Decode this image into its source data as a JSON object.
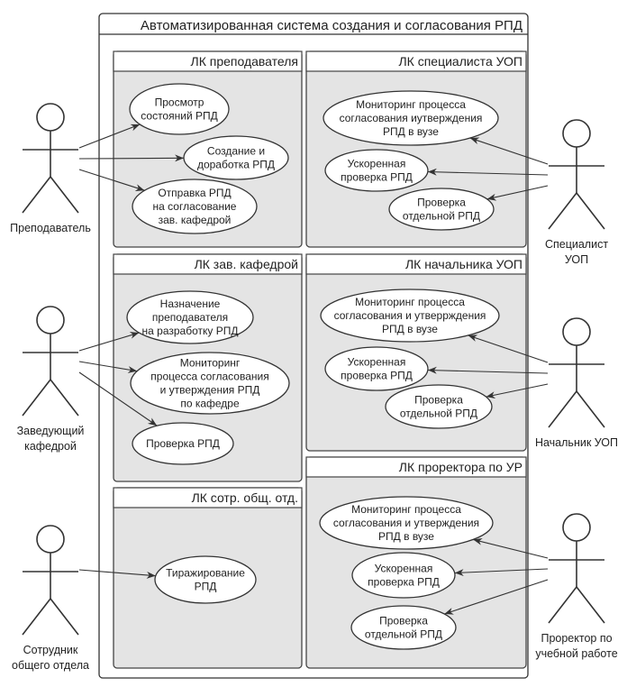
{
  "system": {
    "title": "Автоматизированная система создания и согласования РПД"
  },
  "panels": [
    {
      "id": "teacher",
      "title": "ЛК преподавателя",
      "use_cases": [
        [
          "Просмотр",
          "состояний РПД"
        ],
        [
          "Создание и",
          "доработка РПД"
        ],
        [
          "Отправка РПД",
          "на согласование",
          "зав. кафедрой"
        ]
      ]
    },
    {
      "id": "uop-specialist",
      "title": "ЛК специалиста УОП",
      "use_cases": [
        [
          "Мониторинг процесса",
          "согласования иутверждения",
          "РПД в вузе"
        ],
        [
          "Ускоренная",
          "проверка РПД"
        ],
        [
          "Проверка",
          "отдельной РПД"
        ]
      ]
    },
    {
      "id": "head-dept",
      "title": "ЛК зав. кафедрой",
      "use_cases": [
        [
          "Назначение",
          "преподавателя",
          "на разработку РПД"
        ],
        [
          "Мониторинг",
          "процесса согласования",
          "и утверждения РПД",
          "по кафедре"
        ],
        [
          "Проверка РПД"
        ]
      ]
    },
    {
      "id": "uop-head",
      "title": "ЛК начальника УОП",
      "use_cases": [
        [
          "Мониторинг процесса",
          "согласования и утверрждения",
          "РПД в вузе"
        ],
        [
          "Ускоренная",
          "проверка РПД"
        ],
        [
          "Проверка",
          "отдельной РПД"
        ]
      ]
    },
    {
      "id": "general-dept",
      "title": "ЛК сотр. общ. отд.",
      "use_cases": [
        [
          "Тиражирование",
          "РПД"
        ]
      ]
    },
    {
      "id": "vice-rector",
      "title": "ЛК проректора по УР",
      "use_cases": [
        [
          "Мониторинг процесса",
          "согласования и утверждения",
          "РПД в вузе"
        ],
        [
          "Ускоренная",
          "проверка РПД"
        ],
        [
          "Проверка",
          "отдельной РПД"
        ]
      ]
    }
  ],
  "actors": [
    {
      "id": "teacher",
      "label": [
        "Преподаватель"
      ]
    },
    {
      "id": "head-dept",
      "label": [
        "Заведующий",
        "кафедрой"
      ]
    },
    {
      "id": "general-dept",
      "label": [
        "Сотрудник",
        "общего отдела"
      ]
    },
    {
      "id": "uop-specialist",
      "label": [
        "Специалист",
        "УОП"
      ]
    },
    {
      "id": "uop-head",
      "label": [
        "Начальник УОП"
      ]
    },
    {
      "id": "vice-rector",
      "label": [
        "Проректор по",
        "учебной работе"
      ]
    }
  ],
  "associations": [
    {
      "from": "teacher",
      "to": "teacher.0"
    },
    {
      "from": "teacher",
      "to": "teacher.1"
    },
    {
      "from": "teacher",
      "to": "teacher.2"
    },
    {
      "from": "head-dept",
      "to": "head-dept.0"
    },
    {
      "from": "head-dept",
      "to": "head-dept.1"
    },
    {
      "from": "head-dept",
      "to": "head-dept.2"
    },
    {
      "from": "general-dept",
      "to": "general-dept.0"
    },
    {
      "from": "uop-specialist",
      "to": "uop-specialist.0"
    },
    {
      "from": "uop-specialist",
      "to": "uop-specialist.1"
    },
    {
      "from": "uop-specialist",
      "to": "uop-specialist.2"
    },
    {
      "from": "uop-head",
      "to": "uop-head.0"
    },
    {
      "from": "uop-head",
      "to": "uop-head.1"
    },
    {
      "from": "uop-head",
      "to": "uop-head.2"
    },
    {
      "from": "vice-rector",
      "to": "vice-rector.0"
    },
    {
      "from": "vice-rector",
      "to": "vice-rector.1"
    },
    {
      "from": "vice-rector",
      "to": "vice-rector.2"
    }
  ]
}
